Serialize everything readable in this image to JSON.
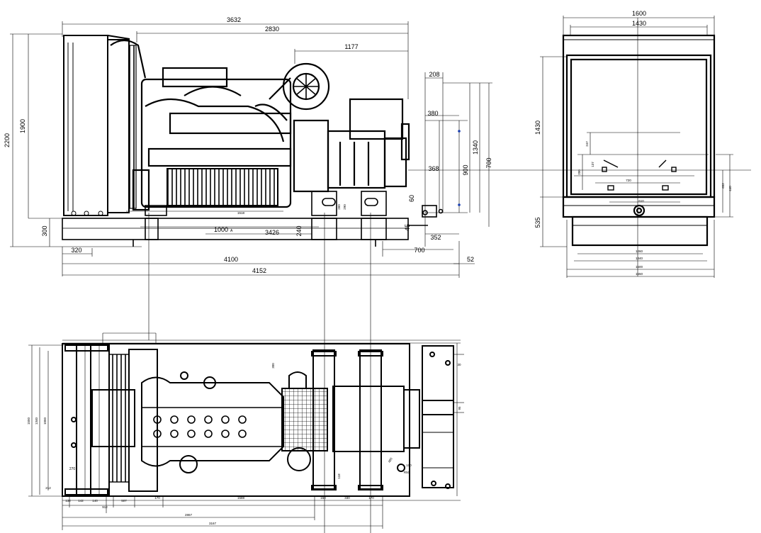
{
  "drawing": {
    "side_view": {
      "overall_length": "3632",
      "engine_length": "2830",
      "alternator_length": "1177",
      "overall_height": "2200",
      "radiator_height": "1900",
      "base_height": "300",
      "front_offset": "320",
      "base_length": "4100",
      "total_length": "4152",
      "rear_overhang": "52",
      "rail_length": "3426",
      "base_mid": "1000",
      "base_mid_suffix": "A",
      "skid_height": "240",
      "mount_pitch": "1518",
      "mount_a": "260",
      "mount_b": "290",
      "bracket_width": "208",
      "bracket_offset": "380",
      "bracket_gap": "368",
      "bracket_mid": "900",
      "bracket_total": "1340",
      "bracket_outer": "700",
      "bracket_foot": "60",
      "bracket_foot_b": "45",
      "skid_rear": "352",
      "skid_rear_b": "700"
    },
    "end_view": {
      "overall_width": "1600",
      "inner_width": "1430",
      "canopy_height": "1430",
      "base_height": "535",
      "cut_a": "247",
      "cut_b": "137",
      "cut_c": "200",
      "cut_d": "720",
      "cut_e": "610",
      "right_a": "652",
      "right_b": "440",
      "base_a": "1260",
      "base_b": "1340",
      "base_c": "1500",
      "base_d": "1550"
    },
    "plan_view": {
      "width_a": "1550",
      "width_b": "1340",
      "width_c": "1050",
      "hole": "270",
      "edge": "212",
      "seg_a": "132",
      "seg_b": "142",
      "seg_c": "140",
      "seg_d": "912",
      "seg_e": "507",
      "seg_f": "170",
      "seg_g": "1588",
      "seg_h": "150",
      "seg_i": "330",
      "seg_j": "170",
      "total_a": "2867",
      "total_b": "3167",
      "top_a": "30",
      "top_b": "95",
      "mid_a": "300",
      "circ_a": "100",
      "circ_b": "480",
      "circ_c": "R50",
      "circ_d": "118"
    }
  },
  "colors": {
    "ink": "#000000",
    "accent": "#1a3fb0",
    "paper": "#ffffff"
  }
}
